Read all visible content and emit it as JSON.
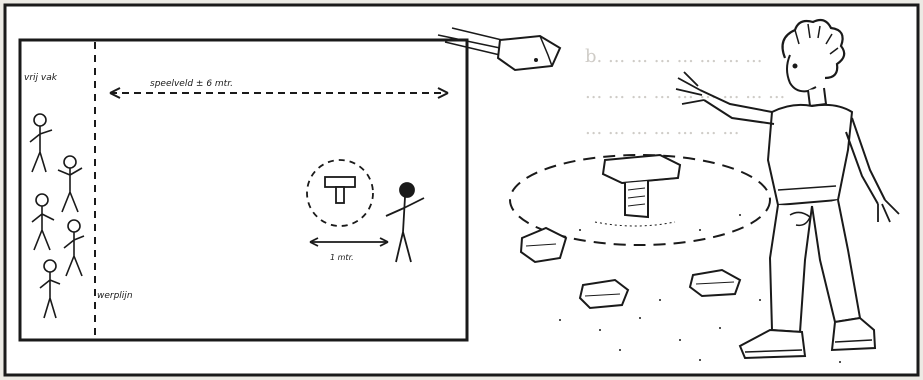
{
  "diagram": {
    "label_free_zone": "vrij vak",
    "label_distance": "speelveld ± 6 mtr.",
    "label_one_meter": "1 mtr.",
    "label_throw_line": "werplijn"
  },
  "show_through_text": [
    "b. ... ... ... ... ... ... ...",
    "... ... ... ... ... ... ... ... ...",
    "... ... ... ... ... ... ..."
  ],
  "colors": {
    "ink": "#1a1a1a",
    "paper": "#ffffff",
    "background": "#eceae4"
  },
  "icons": [
    "stick-figure",
    "target-stone",
    "throwing-stone",
    "thrower-person"
  ]
}
